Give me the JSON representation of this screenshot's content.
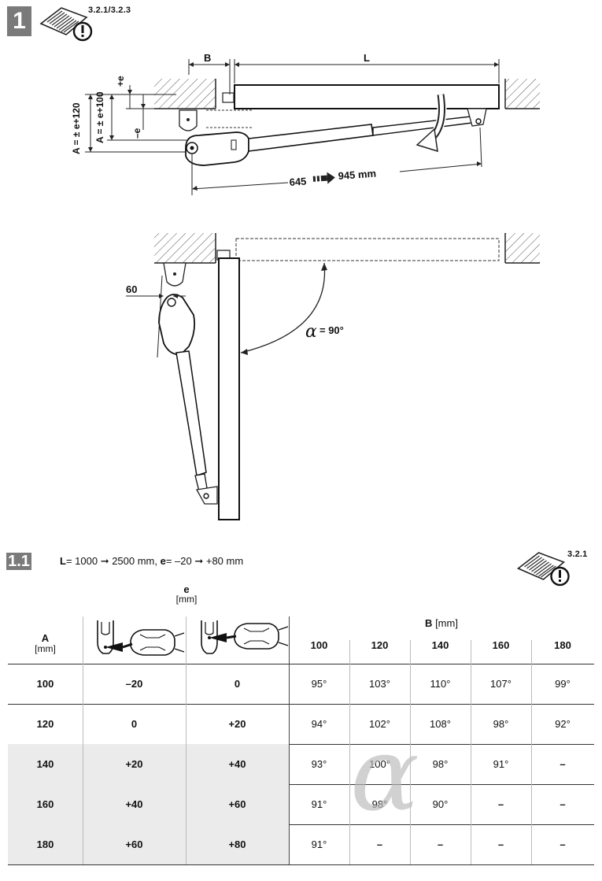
{
  "section_1": {
    "badge": "1",
    "manual_ref": "3.2.1/3.2.3"
  },
  "top_diagram": {
    "dim_B": "B",
    "dim_L": "L",
    "dim_plus_e": "+e",
    "dim_minus_e": "–e",
    "dim_A_100": "A = ± e+100",
    "dim_A_120": "A = ± e+120",
    "stroke_start": "645",
    "stroke_end": "945 mm"
  },
  "bottom_diagram": {
    "dim_60": "60",
    "angle_symbol": "α",
    "angle_value": "= 90°"
  },
  "section_1_1": {
    "badge": "1.1",
    "manual_ref": "3.2.1",
    "spec": {
      "L_label": "L",
      "L_range": "= 1000 ➞ 2500 mm, ",
      "e_label": "e",
      "e_range": "= –20 ➞ +80 mm"
    }
  },
  "table": {
    "e_symbol": "e",
    "e_unit": "[mm]",
    "A_symbol": "A",
    "A_unit": "[mm]",
    "B_symbol": "B",
    "B_unit": "[mm]",
    "B_columns": [
      "100",
      "120",
      "140",
      "160",
      "180"
    ],
    "watermark": "α",
    "rows": [
      {
        "A": "100",
        "e1": "–20",
        "e2": "0",
        "angles": [
          "95°",
          "103°",
          "110°",
          "107°",
          "99°"
        ]
      },
      {
        "A": "120",
        "e1": "0",
        "e2": "+20",
        "angles": [
          "94°",
          "102°",
          "108°",
          "98°",
          "92°"
        ]
      },
      {
        "A": "140",
        "e1": "+20",
        "e2": "+40",
        "angles": [
          "93°",
          "100°",
          "98°",
          "91°",
          "–"
        ]
      },
      {
        "A": "160",
        "e1": "+40",
        "e2": "+60",
        "angles": [
          "91°",
          "98°",
          "90°",
          "–",
          "–"
        ]
      },
      {
        "A": "180",
        "e1": "+60",
        "e2": "+80",
        "angles": [
          "91°",
          "–",
          "–",
          "–",
          "–"
        ]
      }
    ]
  }
}
